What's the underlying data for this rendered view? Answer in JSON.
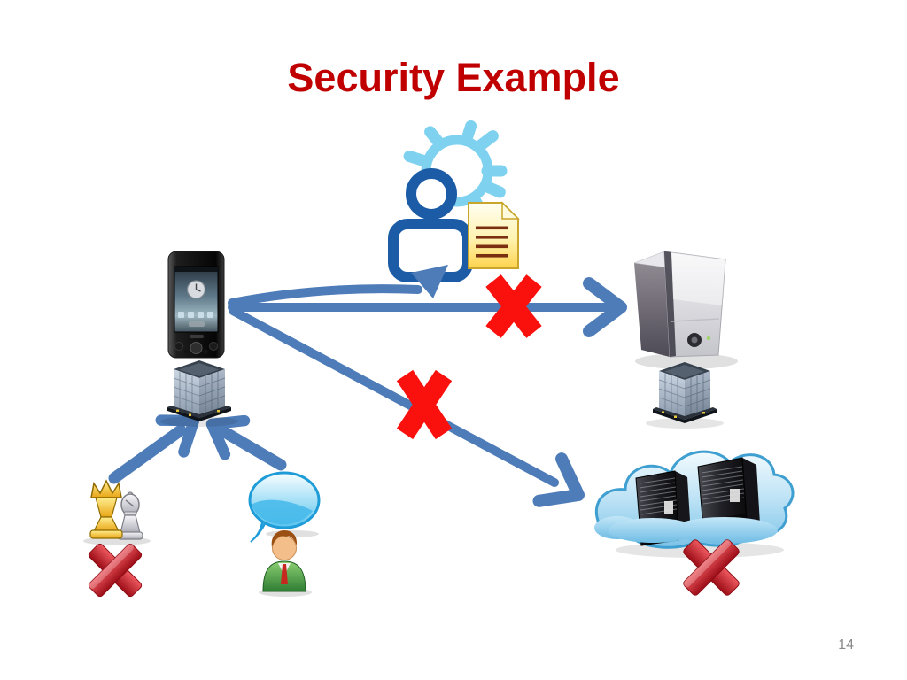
{
  "slide": {
    "title": "Security Example",
    "page_number": "14",
    "background": "#FFFFFF"
  },
  "colors": {
    "title_red": "#C00000",
    "arrow_blue": "#4E7CB8",
    "flat_x_red": "#FA100C",
    "glossy_x_red_light": "#EF5A60",
    "glossy_x_red_dark": "#9C0D17",
    "gear_light_blue": "#7FD2EF",
    "person_outline_blue": "#1C5CA6",
    "document_yellow": "#FFD34E",
    "document_line_brown": "#7B2F11",
    "cloud_blue": "#7CC3E8",
    "page_number_gray": "#8A8A8A"
  },
  "diagram": {
    "nodes": [
      {
        "id": "smartphone",
        "icon": "smartphone-icon"
      },
      {
        "id": "office-building-left",
        "icon": "office-building-icon"
      },
      {
        "id": "user-with-gear-and-document",
        "icon": "user-gear-document-icon"
      },
      {
        "id": "server-tower",
        "icon": "server-tower-icon"
      },
      {
        "id": "office-building-right",
        "icon": "office-building-icon"
      },
      {
        "id": "cloud-servers",
        "icon": "cloud-servers-icon"
      },
      {
        "id": "chess-game",
        "icon": "chess-pieces-icon"
      },
      {
        "id": "chat-person",
        "icon": "speech-bubble-person-icon"
      }
    ],
    "connections": [
      {
        "from": "smartphone",
        "to": "user-with-gear-and-document",
        "style": "curved-arrow",
        "blocked": false
      },
      {
        "from": "smartphone",
        "to": "server-tower",
        "style": "straight-arrow",
        "blocked": true
      },
      {
        "from": "smartphone",
        "to": "cloud-servers",
        "style": "straight-arrow",
        "blocked": true
      },
      {
        "from": "chess-game",
        "to": "office-building-left",
        "style": "straight-arrow",
        "blocked": false
      },
      {
        "from": "chat-person",
        "to": "office-building-left",
        "style": "straight-arrow",
        "blocked": false
      }
    ],
    "blocked_markers": [
      {
        "on": "smartphone-to-server-tower",
        "style": "flat-x"
      },
      {
        "on": "smartphone-to-cloud-servers",
        "style": "flat-x"
      },
      {
        "at": "chess-game",
        "style": "glossy-3d-x"
      },
      {
        "at": "cloud-servers",
        "style": "glossy-3d-x"
      }
    ]
  }
}
